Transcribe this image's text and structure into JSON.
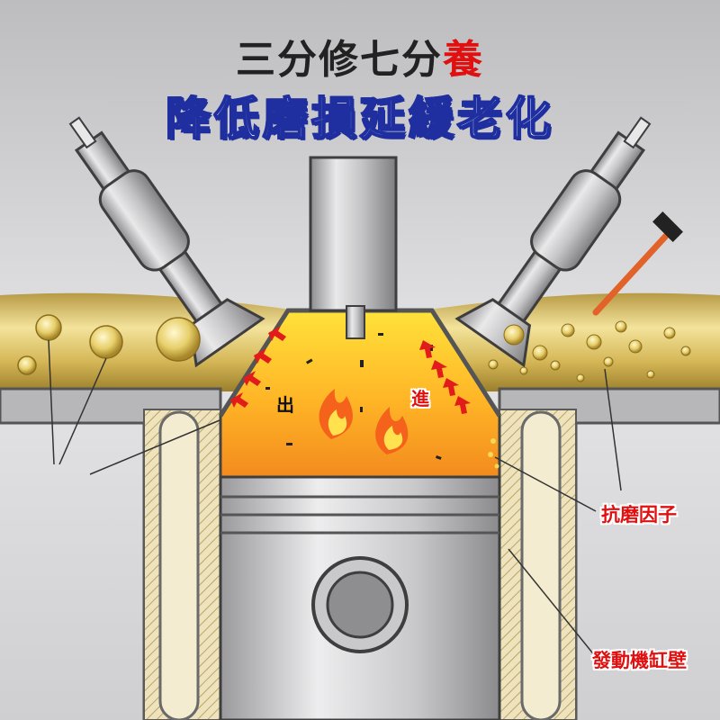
{
  "title": {
    "line1_main": "三分修七分",
    "line1_highlight": "養",
    "line2": "降低磨損延緩老化"
  },
  "labels": {
    "exhaust": "出",
    "intake": "進",
    "anti_wear": "抗磨因子",
    "cylinder_wall": "發動機缸壁"
  },
  "colors": {
    "title_dark": "#222222",
    "title_highlight": "#e01010",
    "title_blue_outline": "#1f2fa0",
    "label_red": "#e01010",
    "oil_gold": "#d9c06a",
    "combustion_orange": "#f5a623",
    "metal_gray": "#b9b9bb"
  },
  "icons": [
    "fire-icon",
    "fire-icon",
    "hammer-icon",
    "exhaust-arrows",
    "intake-arrows"
  ]
}
